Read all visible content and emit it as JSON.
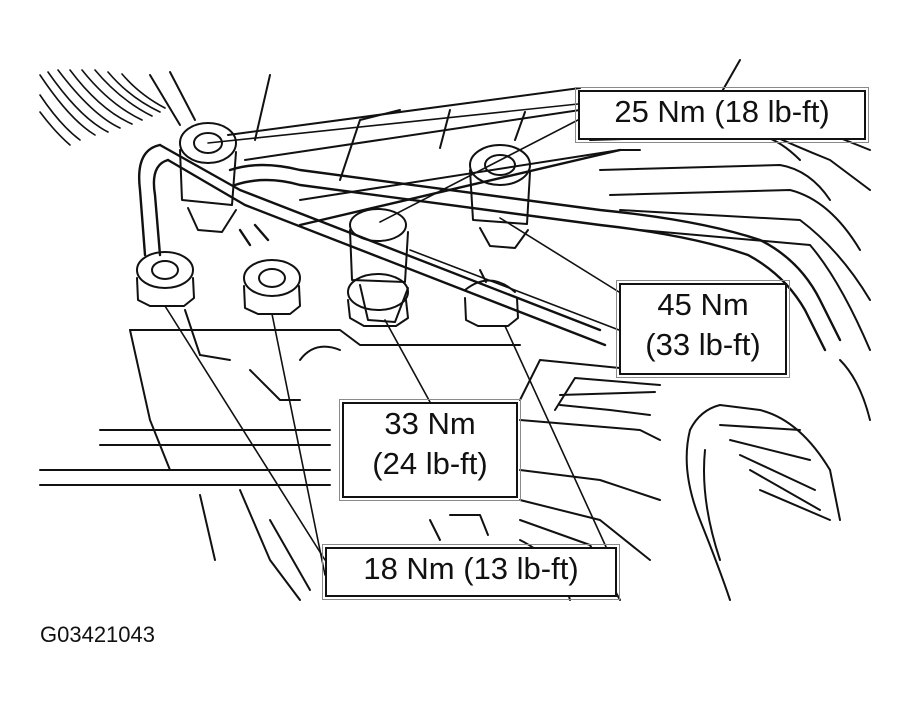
{
  "callouts": {
    "top_right": "25 Nm (18 lb-ft)",
    "right_line1": "45 Nm",
    "right_line2": "(33 lb-ft)",
    "center_line1": "33 Nm",
    "center_line2": "(24 lb-ft)",
    "bottom": "18 Nm (13 lb-ft)"
  },
  "figure_id": "G03421043",
  "colors": {
    "line": "#111111",
    "background": "#ffffff"
  }
}
